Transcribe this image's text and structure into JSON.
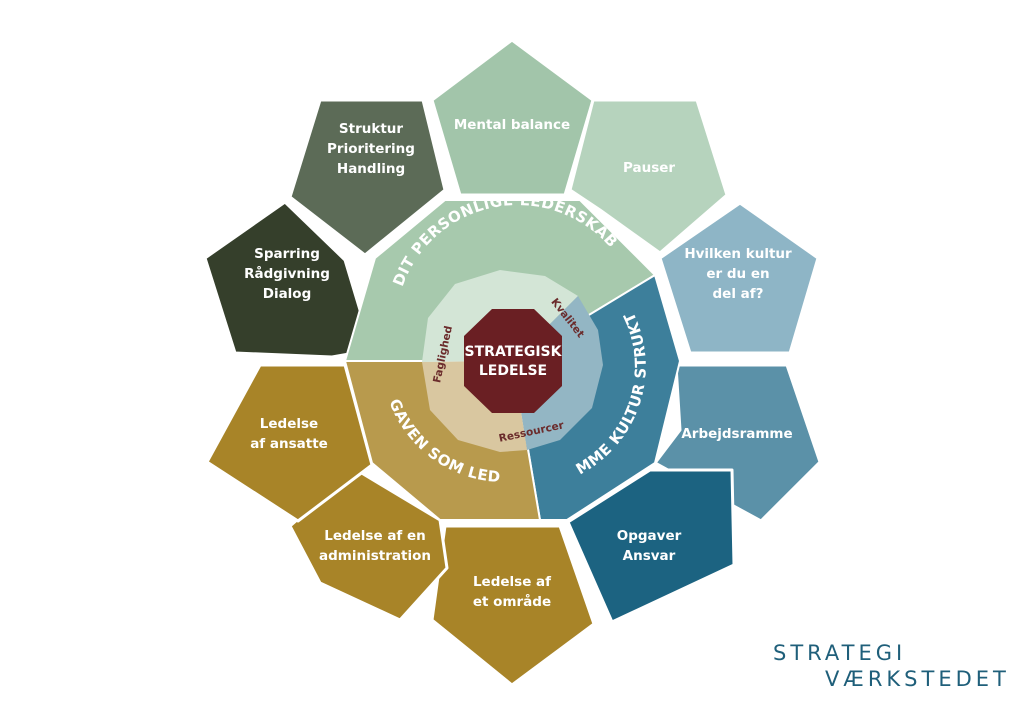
{
  "center": {
    "line1": "STRATEGISK",
    "line2": "LEDELSE"
  },
  "inner_ring": [
    "Kvalitet",
    "Ressourcer",
    "Faglighed"
  ],
  "sections": [
    {
      "label": "DIT PERSONLIGE LEDERSKAB",
      "color": "#a7c9ad"
    },
    {
      "label": "RAMME KULTUR STRUKTUR",
      "color": "#3d7f9b"
    },
    {
      "label": "OPGAVEN SOM LEDER",
      "color": "#b89a4d"
    }
  ],
  "petals": [
    {
      "lines": [
        "Mental balance"
      ],
      "color": "#a2c5aa"
    },
    {
      "lines": [
        "Pauser"
      ],
      "color": "#b6d3bd"
    },
    {
      "lines": [
        "Hvilken kultur",
        "er du en",
        "del af?"
      ],
      "color": "#8eb5c6"
    },
    {
      "lines": [
        "Arbejdsramme"
      ],
      "color": "#5b91a8"
    },
    {
      "lines": [
        "Opgaver",
        "Ansvar"
      ],
      "color": "#1c6381"
    },
    {
      "lines": [
        "Ledelse af",
        "et område"
      ],
      "color": "#a88428"
    },
    {
      "lines": [
        "Ledelse af en",
        "administration"
      ],
      "color": "#a88428"
    },
    {
      "lines": [
        "Ledelse",
        "af ansatte"
      ],
      "color": "#a88428"
    },
    {
      "lines": [
        "Sparring",
        "Rådgivning",
        "Dialog"
      ],
      "color": "#353f2b"
    },
    {
      "lines": [
        "Struktur",
        "Prioritering",
        "Handling"
      ],
      "color": "#5c6b57"
    }
  ],
  "logo": {
    "line1": "STRATEGI",
    "line2": "VÆRKSTEDET"
  }
}
